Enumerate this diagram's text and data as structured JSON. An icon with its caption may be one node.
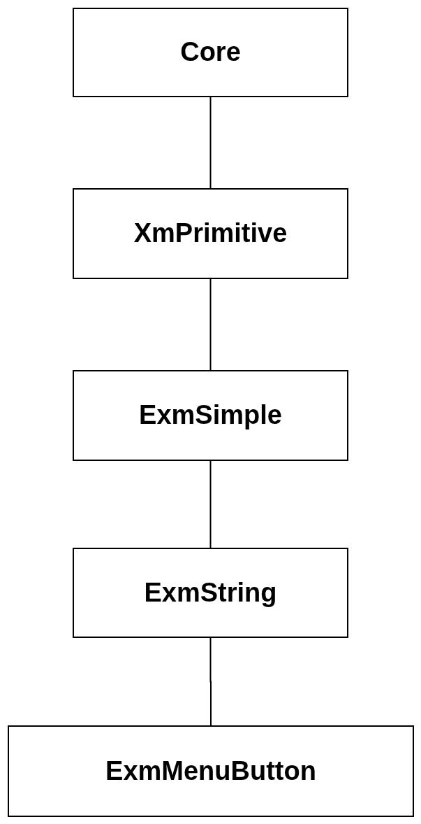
{
  "diagram": {
    "nodes": [
      {
        "text": [
          "Core"
        ]
      },
      {
        "text": [
          "XmPrimitive"
        ]
      },
      {
        "text": [
          "ExmSimple"
        ]
      },
      {
        "text": [
          "ExmString"
        ]
      },
      {
        "text": [
          "ExmMenuButton"
        ]
      }
    ],
    "edges": [
      {
        "from": 0,
        "to": 1,
        "arrow": "none"
      },
      {
        "from": 1,
        "to": 2,
        "arrow": "none"
      },
      {
        "from": 2,
        "to": 3,
        "arrow": "none"
      },
      {
        "from": 3,
        "to": 4,
        "arrow": "none"
      }
    ]
  }
}
